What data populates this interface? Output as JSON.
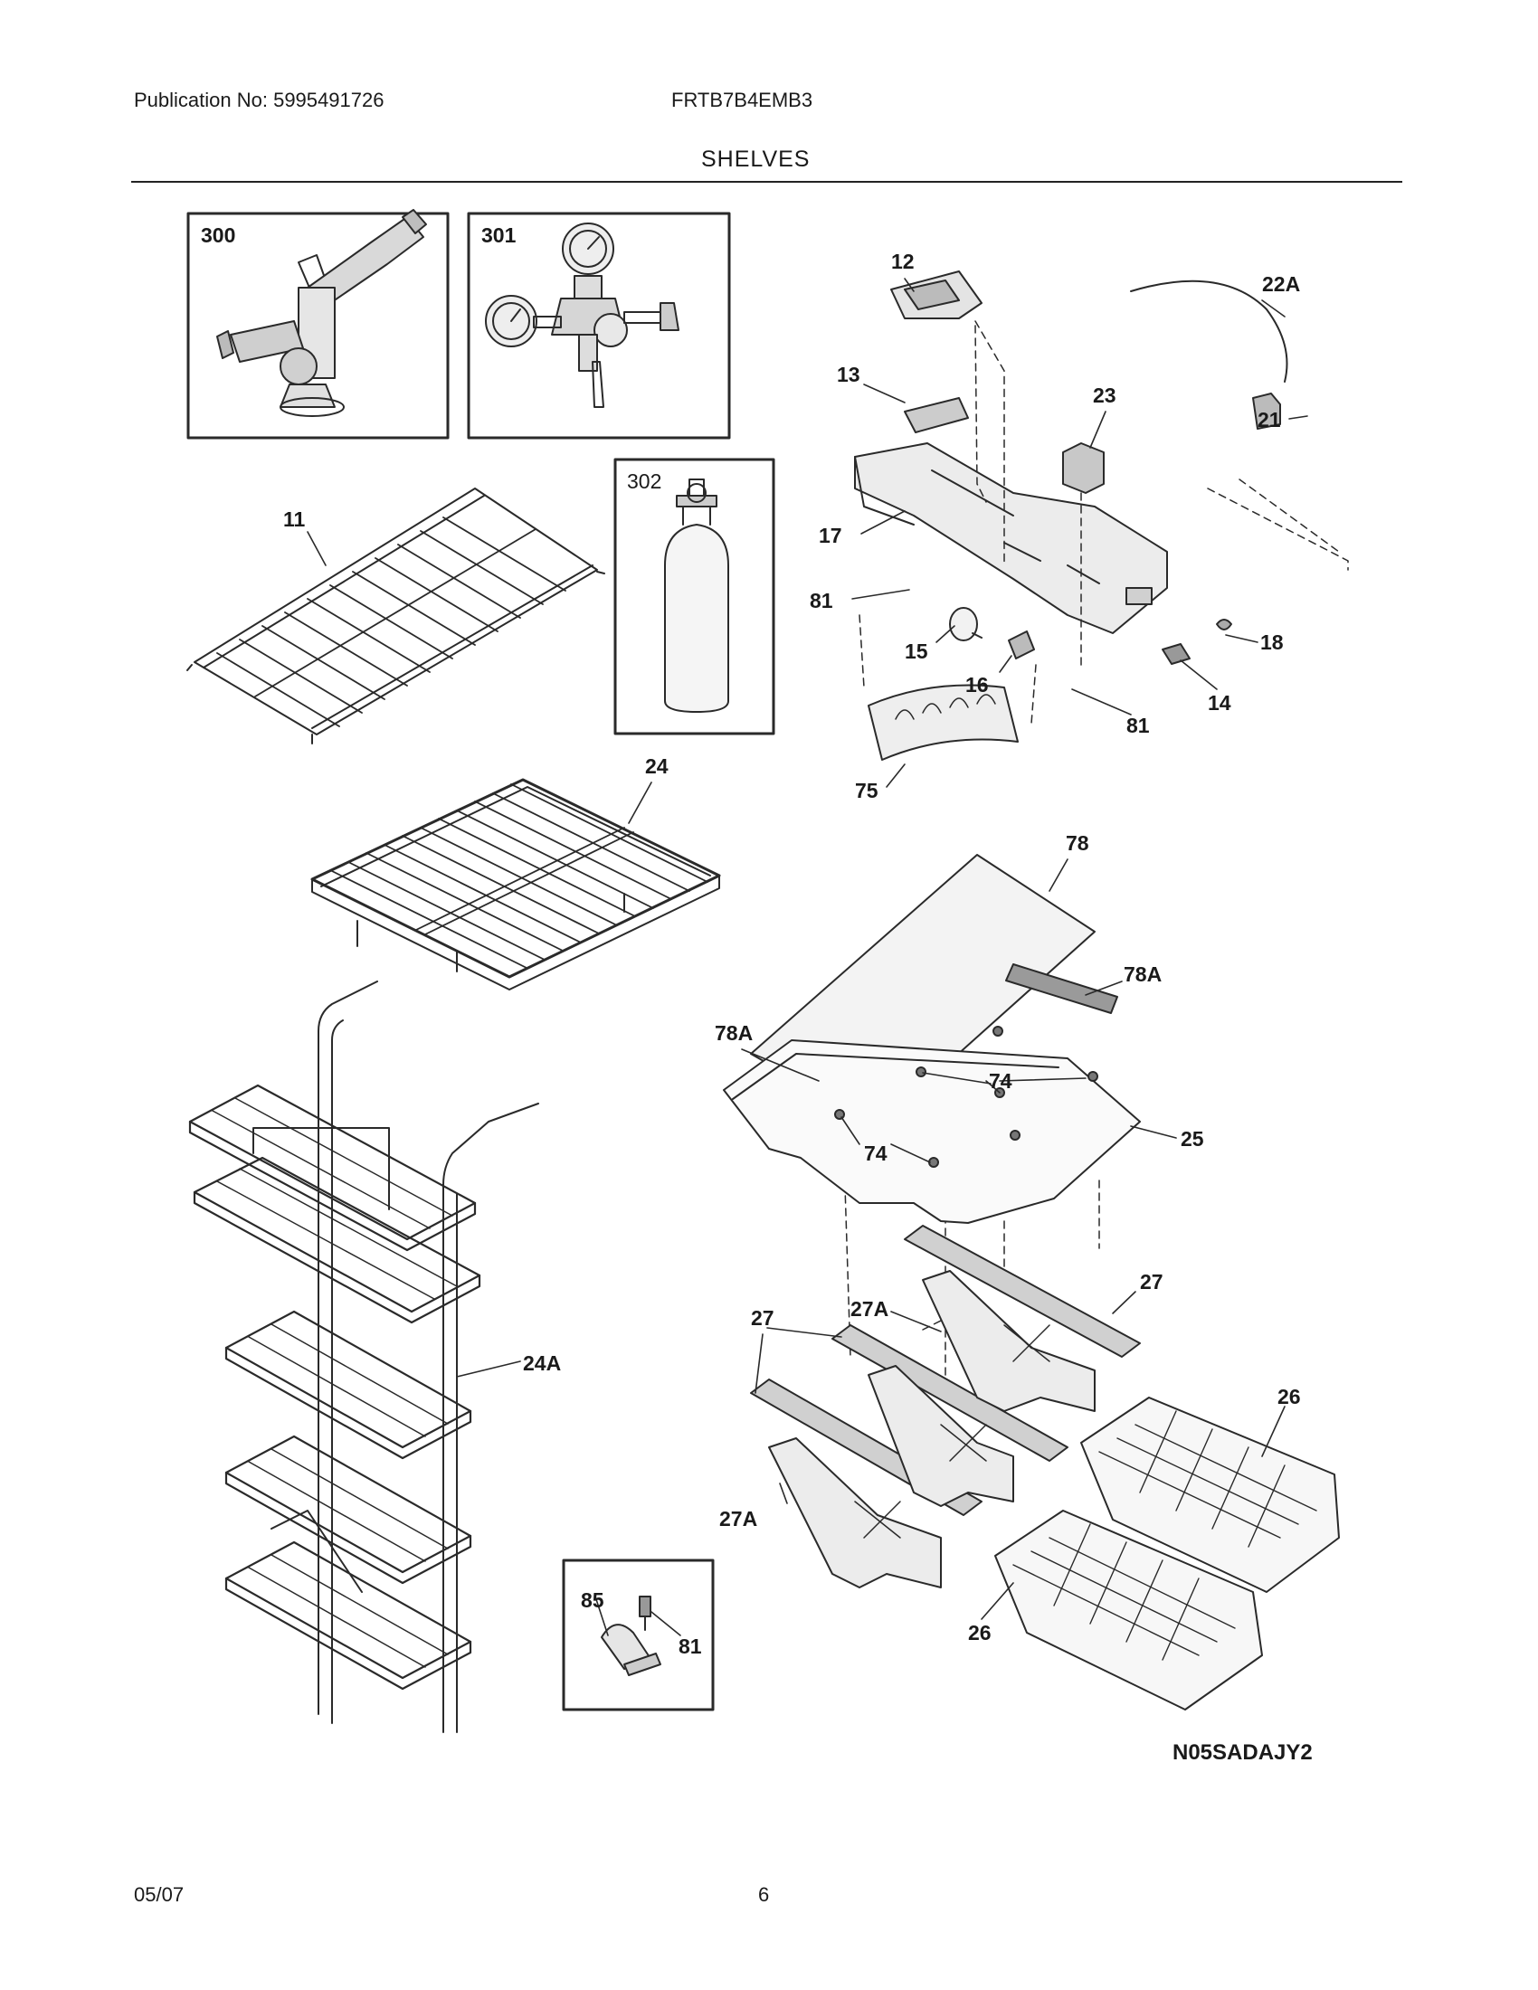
{
  "header": {
    "publication": "Publication No: 5995491726",
    "model": "FRTB7B4EMB3",
    "section": "SHELVES"
  },
  "footer": {
    "date": "05/07",
    "page": "6"
  },
  "drawing_code": "N05SADAJY2",
  "inset_boxes": [
    "300",
    "301",
    "302"
  ],
  "callouts": {
    "c12": "12",
    "c22A": "22A",
    "c13": "13",
    "c23": "23",
    "c21": "21",
    "c17": "17",
    "c81a": "81",
    "c18": "18",
    "c15": "15",
    "c16": "16",
    "c14": "14",
    "c81b": "81",
    "c75": "75",
    "c11": "11",
    "c24": "24",
    "c78": "78",
    "c78Aa": "78A",
    "c78Ab": "78A",
    "c74a": "74",
    "c74b": "74",
    "c25": "25",
    "c24A": "24A",
    "c27a": "27",
    "c27Aa": "27A",
    "c27b": "27",
    "c27Ab": "27A",
    "c26a": "26",
    "c26b": "26",
    "c85": "85",
    "c81c": "81"
  }
}
